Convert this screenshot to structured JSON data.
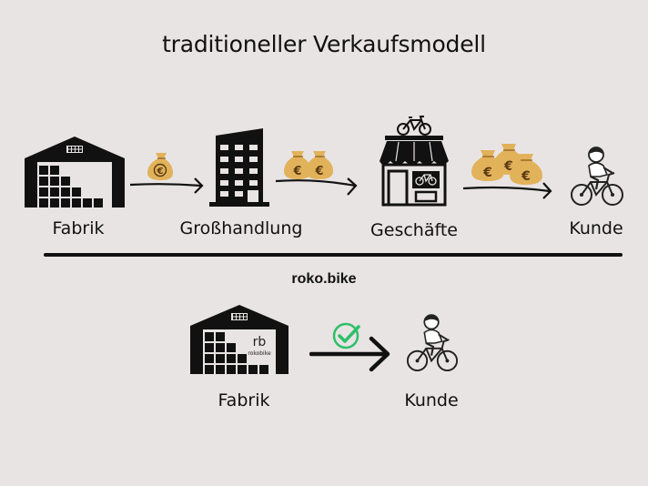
{
  "title": "traditioneller Verkaufsmodell",
  "traditional_flow": {
    "nodes": [
      {
        "label": "Fabrik",
        "icon": "factory-icon"
      },
      {
        "label": "Großhandlung",
        "icon": "office-building-icon"
      },
      {
        "label": "Geschäfte",
        "icon": "bike-shop-icon"
      },
      {
        "label": "Kunde",
        "icon": "child-on-bicycle-icon"
      }
    ],
    "arrows": [
      {
        "money_bags": 1
      },
      {
        "money_bags": 2
      },
      {
        "money_bags": 3
      }
    ],
    "currency_symbol": "€"
  },
  "brand": "roko.bike",
  "direct_flow": {
    "nodes": [
      {
        "label": "Fabrik",
        "icon": "factory-roko-bike-icon",
        "logo_text": "rokobike"
      },
      {
        "label": "Kunde",
        "icon": "child-on-bicycle-icon"
      }
    ],
    "arrow_badge": "check-icon"
  },
  "colors": {
    "background": "#e8e4e3",
    "ink": "#111111",
    "money_bag": "#e2b25a",
    "check": "#2fbf6a"
  }
}
